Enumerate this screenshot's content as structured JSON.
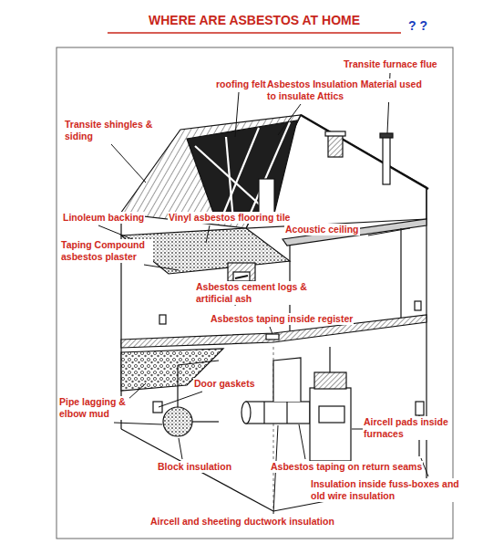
{
  "diagram": {
    "title": "WHERE ARE ASBESTOS AT HOME",
    "labels": [
      "? ?",
      "Transite furnace flue",
      "roofing felt",
      "Asbestos Insulation Material used to insulate Attics",
      "Transite shingles & siding",
      "Linoleum backing",
      "Vinyl asbestos flooring tile",
      "Acoustic ceiling",
      "Taping Compound asbestos plaster",
      "Asbestos cement logs & artificial ash",
      "Asbestos taping inside register",
      "Door gaskets",
      "Pipe lagging & elbow mud",
      "Aircell pads inside furnaces",
      "Block insulation",
      "Asbestos taping on return seams",
      "Insulation inside fuss-boxes and old wire insulation",
      "Aircell and sheeting ductwork insulation"
    ]
  }
}
